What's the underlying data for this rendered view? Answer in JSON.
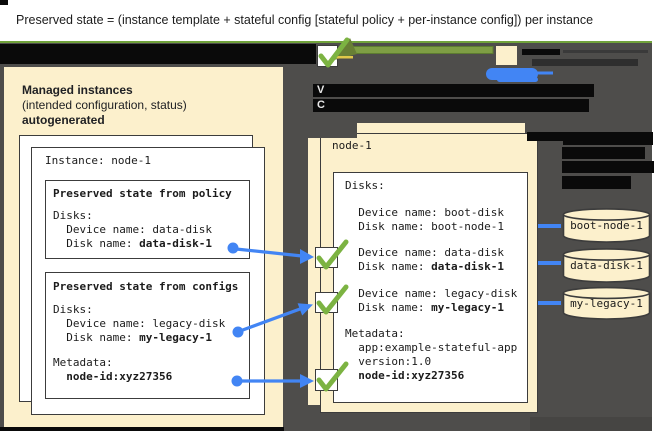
{
  "palette": {
    "cream": "#FCF0CC",
    "background_gray": "#4E4D4B",
    "border_dark": "#3C3C3C",
    "accent_blue": "#4285F4",
    "accent_green": "#7CB342",
    "arrow_olive": "#7E9E44",
    "redaction_black": "#0A0A0A",
    "highlight_yellow": "#E0C84A"
  },
  "header": {
    "title": "Preserved state = (instance template + stateful config [stateful policy + per-instance config]) per instance"
  },
  "left_panel": {
    "heading": "Managed instances",
    "subheading": "(intended configuration, status)",
    "heading2": "autogenerated",
    "instance_title": "Instance: node-1",
    "policy_box": {
      "title": "Preserved state from policy",
      "disks_label": "Disks:",
      "device_line": "  Device name: data-disk",
      "disk_label": "  Disk name: ",
      "disk_value": "data-disk-1"
    },
    "configs_box": {
      "title": "Preserved state from configs",
      "disks_label": "Disks:",
      "device_line": "  Device name: legacy-disk",
      "disk_label": "  Disk name: ",
      "disk_value": "my-legacy-1",
      "metadata_label": "Metadata:",
      "metadata_indent": "  ",
      "metadata_value": "node-id:xyz27356"
    }
  },
  "vm_panel": {
    "title": "node-1",
    "disks_label": "Disks:",
    "boot_device_line": "  Device name: boot-disk",
    "boot_disk_line": "  Disk name: boot-node-1",
    "data_device_line": "  Device name: data-disk",
    "data_disk_label": "  Disk name: ",
    "data_disk_value": "data-disk-1",
    "legacy_device_line": "  Device name: legacy-disk",
    "legacy_disk_label": "  Disk name: ",
    "legacy_disk_value": "my-legacy-1",
    "metadata_label": "Metadata:",
    "metadata_app_line": "  app:example-stateful-app",
    "metadata_version_line": "  version:1.0",
    "metadata_node_indent": "  ",
    "metadata_node_value": "node-id:xyz27356"
  },
  "disks": [
    {
      "label": "boot-node-1"
    },
    {
      "label": "data-disk-1"
    },
    {
      "label": "my-legacy-1"
    }
  ],
  "redaction_fragments": {
    "r3": "V",
    "r4": "C"
  }
}
